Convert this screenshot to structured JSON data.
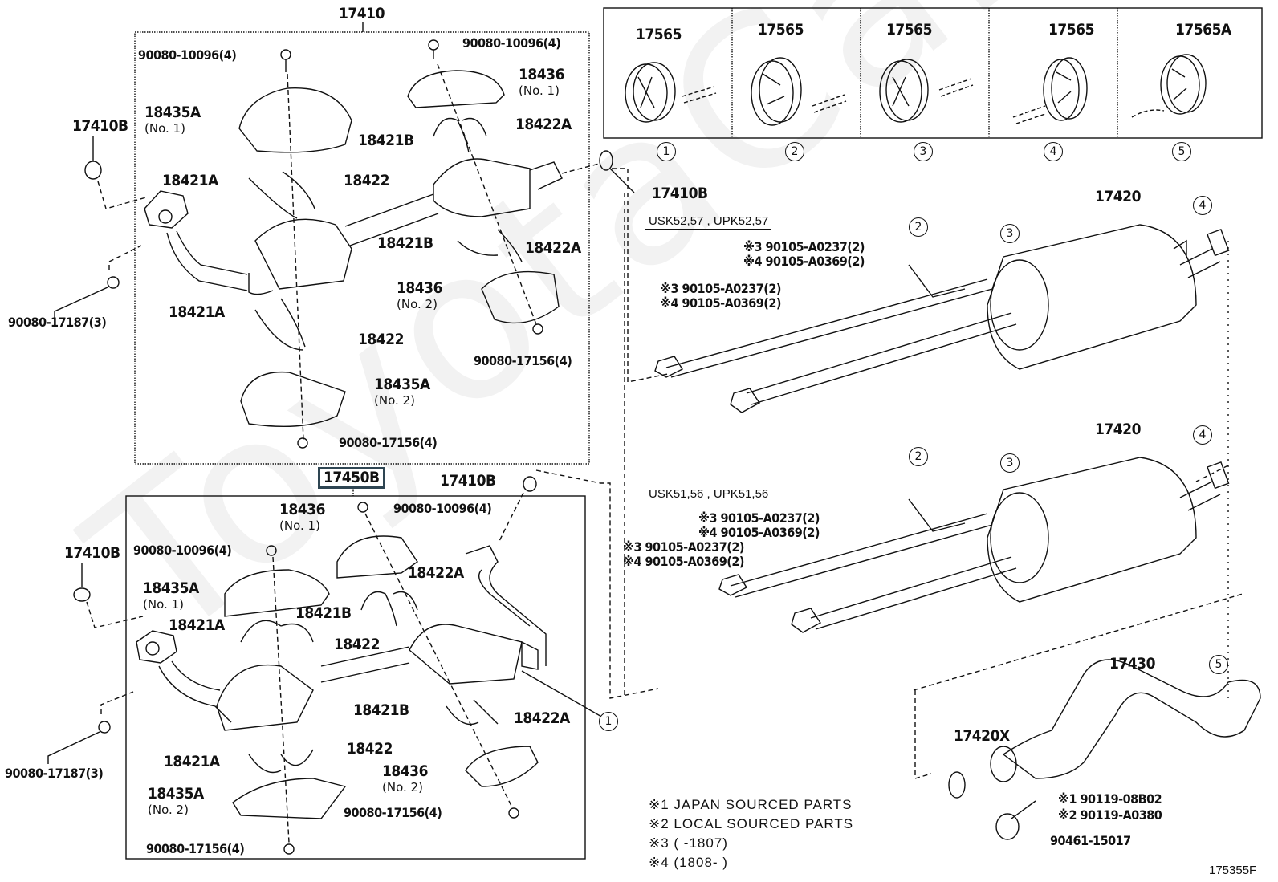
{
  "watermark": "ToyotaCarline.ru",
  "diagram_id": "175355F",
  "assemblies": {
    "upper": {
      "part_no": "17410"
    },
    "lower": {
      "part_no": "17450B",
      "highlighted": true
    }
  },
  "upper_box": {
    "bolt_left": "90080-10096(4)",
    "bolt_right": "90080-10096(4)",
    "heat_insulator_1": {
      "part": "18436",
      "sub": "(No. 1)"
    },
    "heat_insulator_2": {
      "part": "18436",
      "sub": "(No. 2)"
    },
    "insulator_a1": {
      "part": "18435A",
      "sub": "(No. 1)"
    },
    "insulator_a2": {
      "part": "18435A",
      "sub": "(No. 2)"
    },
    "clamp_21b_top": "18421B",
    "clamp_22a_top": "18422A",
    "clamp_21a_top": "18421A",
    "clamp_22_top": "18422",
    "clamp_21b_mid": "18421B",
    "clamp_22a_mid": "18422A",
    "clamp_21a_bot": "18421A",
    "clamp_22_bot": "18422",
    "nut_right": "90080-17156(4)",
    "nut_bottom": "90080-17156(4)"
  },
  "outside_upper": {
    "gasket_left": "17410B",
    "nut_left": "90080-17187(3)",
    "gasket_right": "17410B"
  },
  "lower_box": {
    "bolt_top": "90080-10096(4)",
    "bolt_left": "90080-10096(4)",
    "heat_insulator_1": {
      "part": "18436",
      "sub": "(No. 1)"
    },
    "heat_insulator_2": {
      "part": "18436",
      "sub": "(No. 2)"
    },
    "insulator_a1": {
      "part": "18435A",
      "sub": "(No. 1)"
    },
    "insulator_a2": {
      "part": "18435A",
      "sub": "(No. 2)"
    },
    "clamp_22a_top": "18422A",
    "clamp_21b_top": "18421B",
    "clamp_21a_top": "18421A",
    "clamp_22_top": "18422",
    "clamp_21b_bot": "18421B",
    "clamp_22a_bot": "18422A",
    "clamp_21a_bot": "18421A",
    "clamp_22_bot": "18422",
    "nut_right": "90080-17156(4)",
    "nut_bottom": "90080-17156(4)"
  },
  "outside_lower": {
    "gasket_top": "17410B",
    "gasket_left": "17410B",
    "nut_left": "90080-17187(3)",
    "callout_1": "1"
  },
  "hangers": [
    {
      "part": "17565",
      "ref": "1"
    },
    {
      "part": "17565",
      "ref": "2"
    },
    {
      "part": "17565",
      "ref": "3"
    },
    {
      "part": "17565",
      "ref": "4"
    },
    {
      "part": "17565A",
      "ref": "5"
    }
  ],
  "muffler_upper": {
    "model": "USK52,57 , UPK52,57",
    "part": "17420",
    "bolt_a1": "※3 90105-A0237(2)",
    "bolt_a2": "※4 90105-A0369(2)",
    "bolt_b1": "※3 90105-A0237(2)",
    "bolt_b2": "※4 90105-A0369(2)",
    "callouts": [
      "2",
      "3",
      "4"
    ]
  },
  "muffler_lower": {
    "model": "USK51,56 , UPK51,56",
    "part": "17420",
    "bolt_a1": "※3 90105-A0237(2)",
    "bolt_a2": "※4 90105-A0369(2)",
    "bolt_b1": "※3 90105-A0237(2)",
    "bolt_b2": "※4 90105-A0369(2)",
    "callouts": [
      "2",
      "3",
      "4"
    ]
  },
  "tail_pipe": {
    "part": "17430",
    "gasket": "17420X",
    "bolt_1": "※1 90119-08B02",
    "bolt_2": "※2 90119-A0380",
    "clamp": "90461-15017",
    "callout": "5"
  },
  "legend": [
    "※1 JAPAN SOURCED PARTS",
    "※2 LOCAL SOURCED PARTS",
    "※3 (      -1807)",
    "※4 (1808-      )"
  ]
}
